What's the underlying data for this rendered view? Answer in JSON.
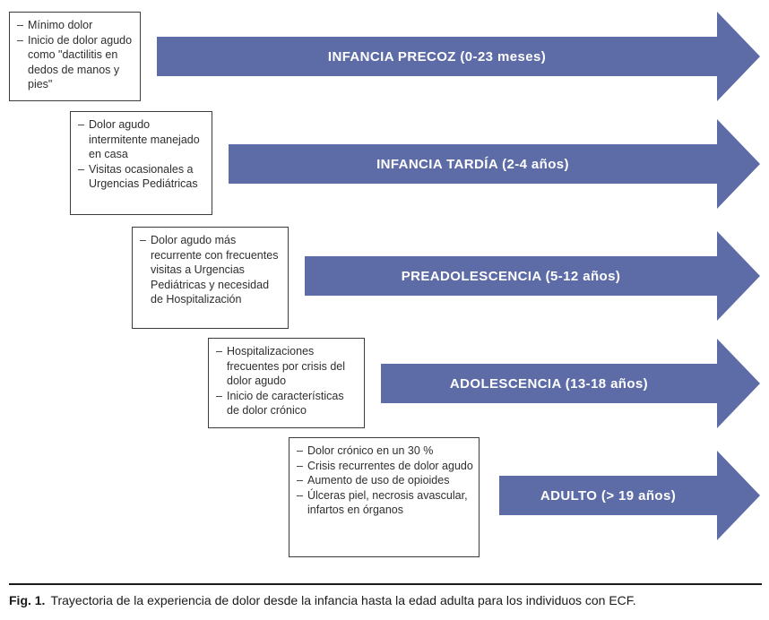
{
  "ui": {
    "dash": "–"
  },
  "colors": {
    "arrow_fill": "#5d6ca7",
    "arrow_text": "#ffffff",
    "box_border": "#3c3c3c",
    "text": "#2e2e2e"
  },
  "stages": [
    {
      "label": "INFANCIA PRECOZ (0-23 meses)",
      "bullets": [
        "Mínimo dolor",
        "Inicio de dolor agudo como \"dactilitis en dedos de manos y pies\""
      ]
    },
    {
      "label": "INFANCIA TARDÍA (2-4 años)",
      "bullets": [
        "Dolor agudo intermitente manejado en casa",
        "Visitas ocasionales a Urgencias Pediátricas"
      ]
    },
    {
      "label": "PREADOLESCENCIA (5-12 años)",
      "bullets": [
        "Dolor agudo más recurrente con frecuentes visitas a Urgencias Pediátricas y necesidad de Hospitalización"
      ]
    },
    {
      "label": "ADOLESCENCIA (13-18 años)",
      "bullets": [
        "Hospitalizaciones frecuentes por crisis del dolor agudo",
        "Inicio de características de dolor crónico"
      ]
    },
    {
      "label": "ADULTO (> 19 años)",
      "bullets": [
        "Dolor crónico en un 30 %",
        "Crisis recurrentes de dolor agudo",
        "Aumento de uso de opioides",
        "Úlceras piel, necrosis avascular, infartos en órganos"
      ]
    }
  ],
  "caption": {
    "label": "Fig. 1.",
    "text": "Trayectoria de la experiencia de dolor desde la infancia hasta la edad adulta para los individuos con ECF."
  }
}
